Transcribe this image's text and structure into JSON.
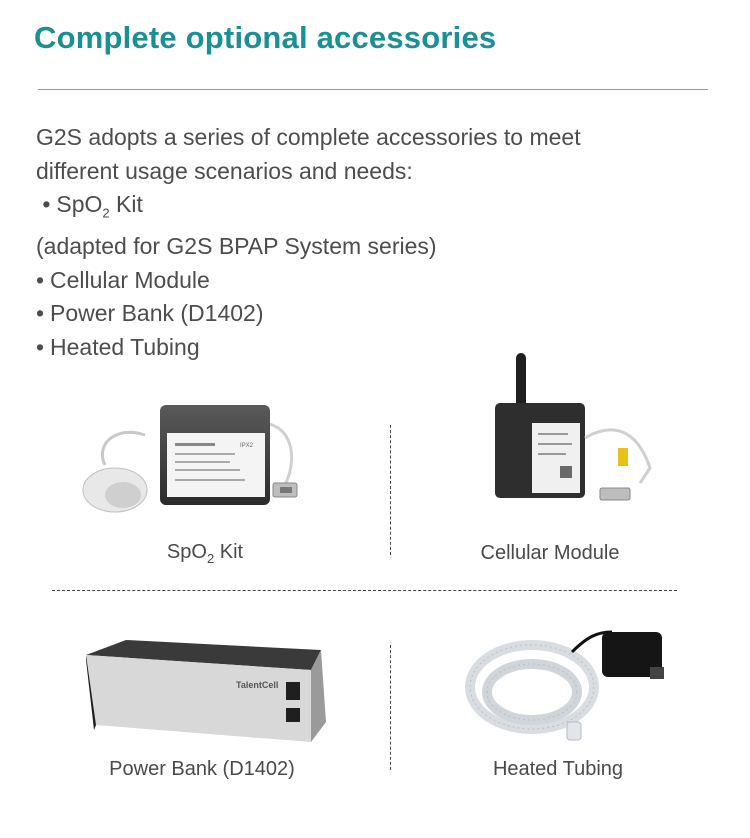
{
  "header": {
    "title": "Complete optional accessories"
  },
  "intro": {
    "line1": "G2S adopts a series of complete accessories to meet",
    "line2": "different usage scenarios and needs:",
    "item_spo2_prefix": "SpO",
    "item_spo2_sub": "2",
    "item_spo2_suffix": " Kit",
    "item_spo2_note": "(adapted for G2S BPAP System series)",
    "item_cellular": "Cellular Module",
    "item_powerbank": "Power Bank (D1402)",
    "item_tubing": "Heated Tubing",
    "bullet": "•"
  },
  "products": {
    "spo2": {
      "caption_prefix": "SpO",
      "caption_sub": "2",
      "caption_suffix": " Kit",
      "label_text": "IPX2"
    },
    "cellular": {
      "caption": "Cellular Module"
    },
    "powerbank": {
      "caption": "Power Bank (D1402)",
      "brand": "TalentCell"
    },
    "tubing": {
      "caption": "Heated Tubing"
    }
  },
  "colors": {
    "title": "#1a8f94",
    "text": "#4d4d4d"
  }
}
